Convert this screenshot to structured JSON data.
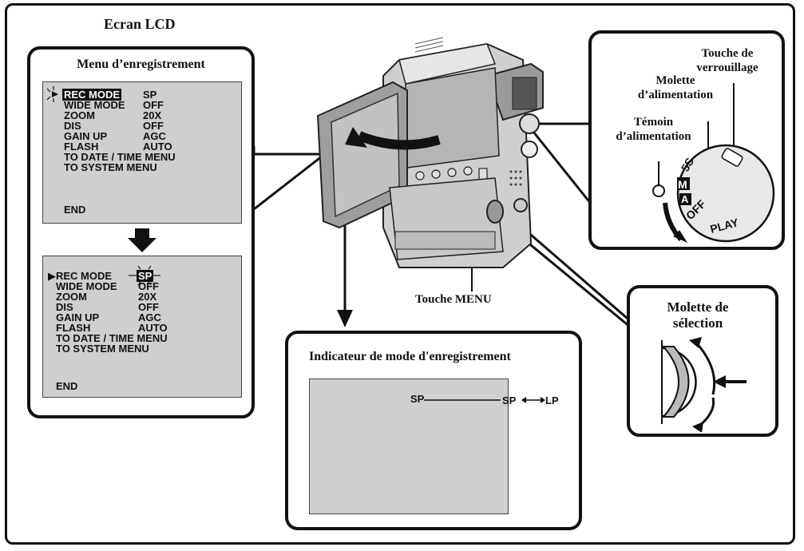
{
  "title": "Ecran LCD",
  "menu_panel": {
    "title": "Menu d’enregistrement",
    "menu_before": {
      "rows": [
        {
          "label": "REC MODE",
          "value": "SP"
        },
        {
          "label": "WIDE MODE",
          "value": "OFF"
        },
        {
          "label": "ZOOM",
          "value": "20X"
        },
        {
          "label": "DIS",
          "value": "OFF"
        },
        {
          "label": "GAIN UP",
          "value": "AGC"
        },
        {
          "label": "FLASH",
          "value": "AUTO"
        },
        {
          "label": "TO DATE / TIME MENU",
          "value": ""
        },
        {
          "label": "TO SYSTEM MENU",
          "value": ""
        }
      ],
      "end": "END"
    },
    "menu_after": {
      "rows": [
        {
          "label": "REC MODE",
          "value": "SP"
        },
        {
          "label": "WIDE MODE",
          "value": "OFF"
        },
        {
          "label": "ZOOM",
          "value": "20X"
        },
        {
          "label": "DIS",
          "value": "OFF"
        },
        {
          "label": "GAIN UP",
          "value": "AGC"
        },
        {
          "label": "FLASH",
          "value": "AUTO"
        },
        {
          "label": "TO DATE / TIME MENU",
          "value": ""
        },
        {
          "label": "TO SYSTEM MENU",
          "value": ""
        }
      ],
      "end": "END"
    }
  },
  "camera": {
    "menu_key_label": "Touche MENU"
  },
  "power_dial_panel": {
    "lock_key_label": "Touche de verrouillage",
    "power_dial_label": "Molette d’alimentation",
    "power_lamp_label": "Témoin d’alimentation",
    "dial_marks": [
      "5S",
      "M",
      "A",
      "OFF",
      "PLAY"
    ]
  },
  "select_dial_panel": {
    "title": "Molette de sélection"
  },
  "indicator_panel": {
    "title": "Indicateur de mode d'enregistrement",
    "indicator_value": "SP",
    "toggle_from": "SP",
    "toggle_to": "LP"
  }
}
